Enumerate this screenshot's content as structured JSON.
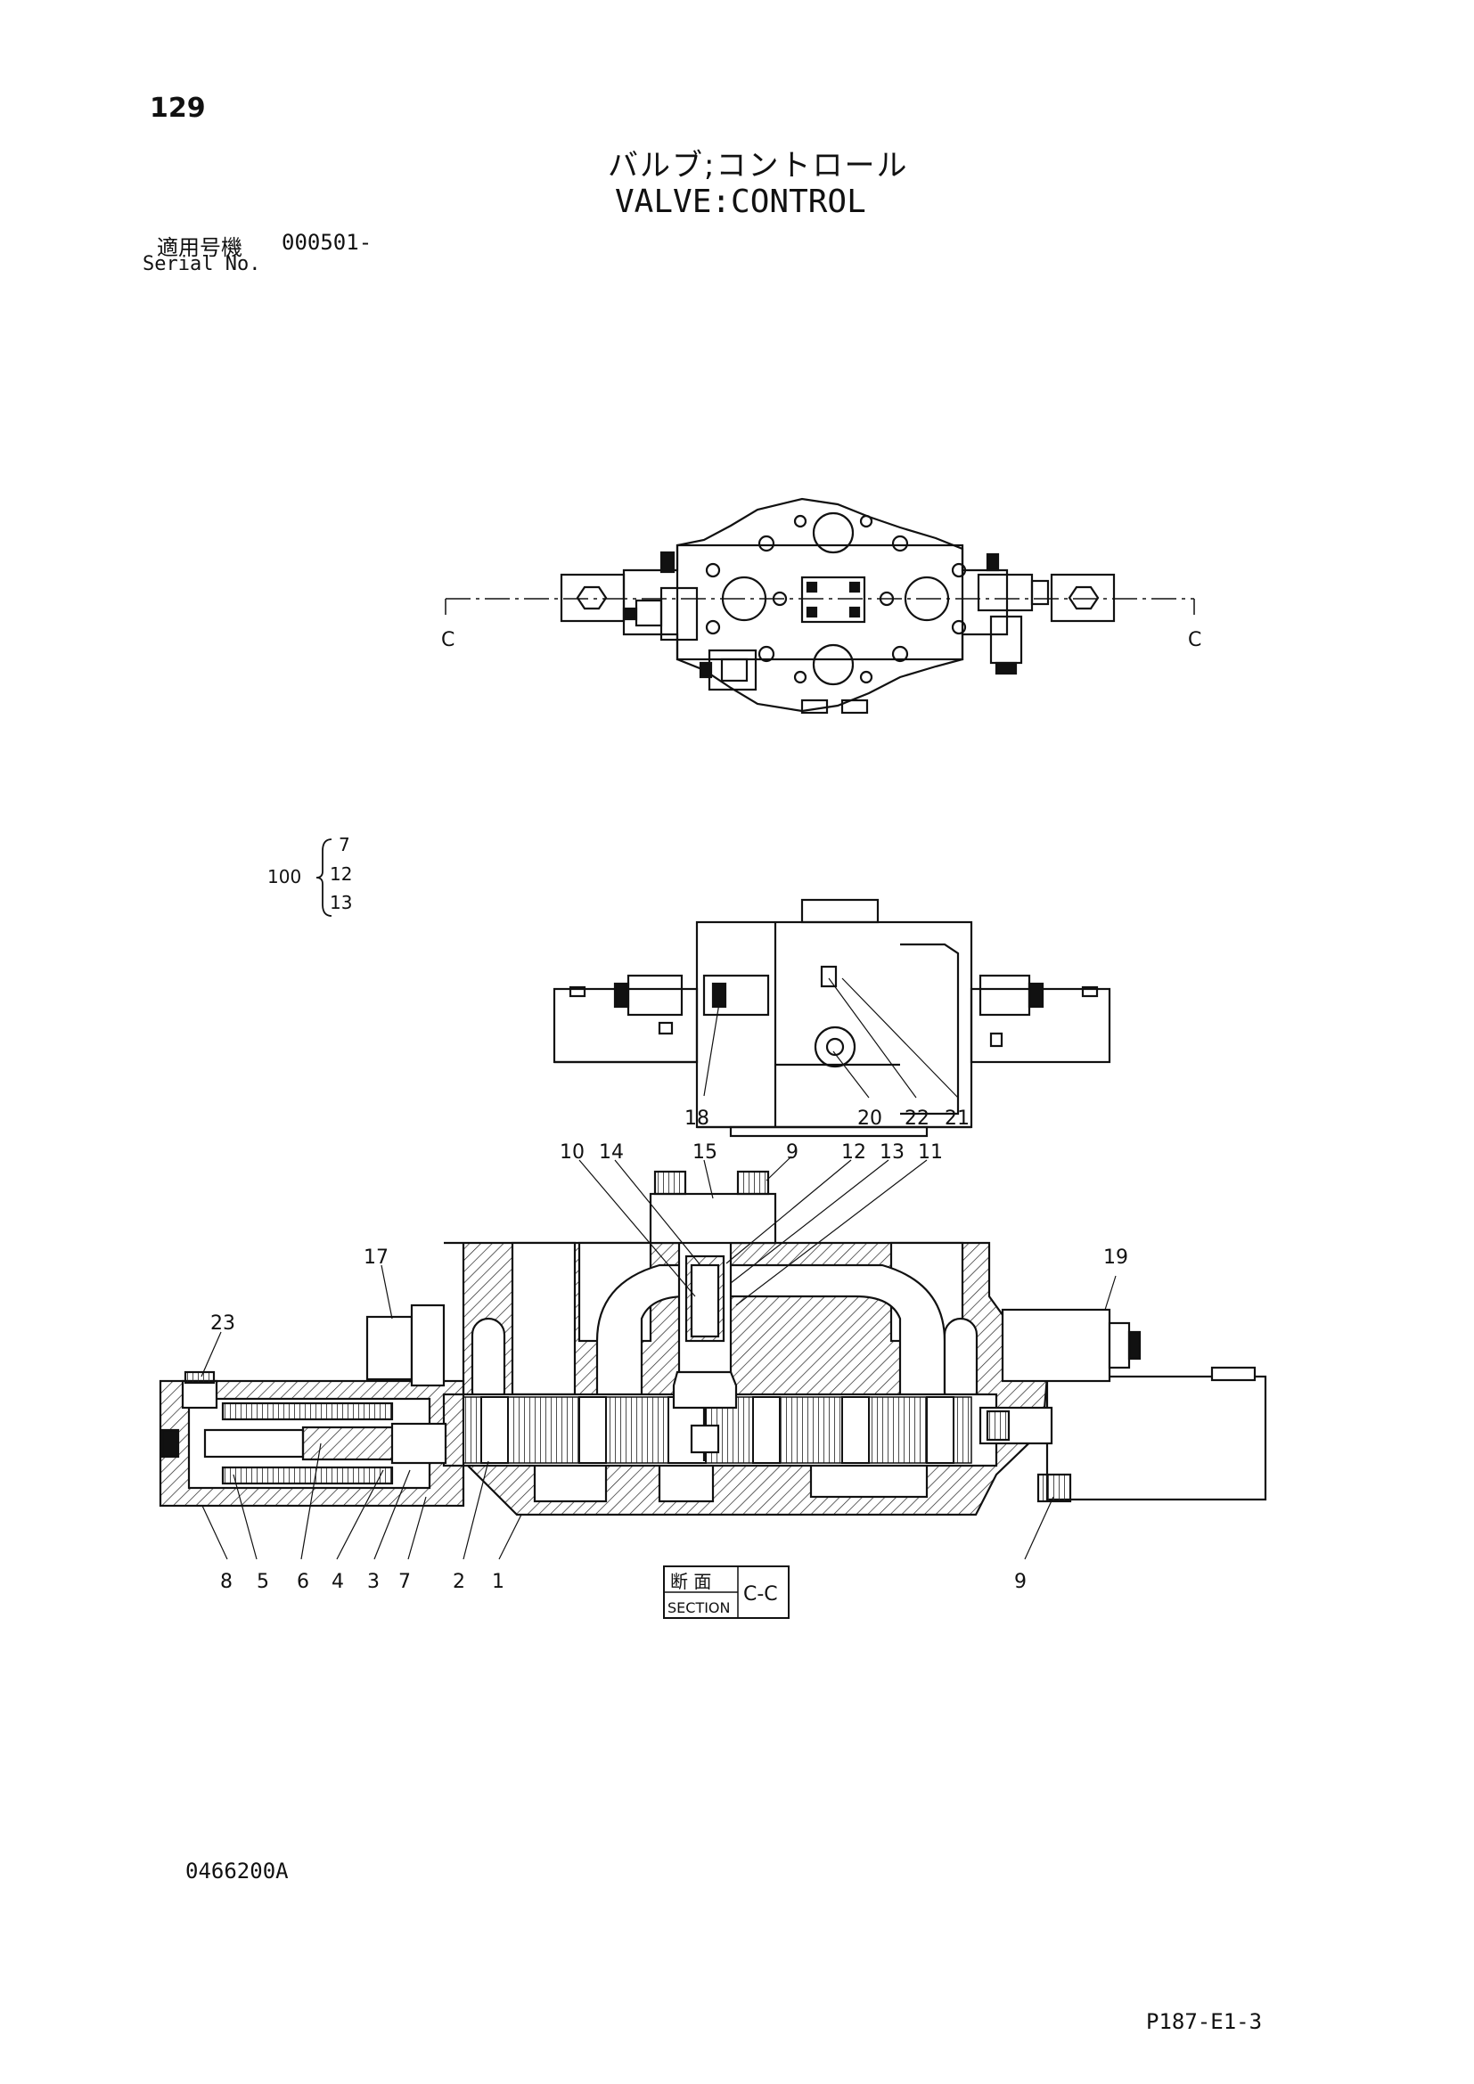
{
  "header": {
    "page_number": "129",
    "title_ja": "バルブ;コントロール",
    "title_en": "VALVE:CONTROL",
    "serial_label_ja": "適用号機",
    "serial_value": "000501-",
    "serial_label_en": "Serial No."
  },
  "drawing": {
    "section_marks": {
      "left": "C",
      "right": "C"
    },
    "kit": {
      "number": "100",
      "items": [
        "7",
        "12",
        "13"
      ]
    },
    "side_view_callouts": [
      "18",
      "20",
      "22",
      "21"
    ],
    "section_callouts_top": [
      "10",
      "14",
      "15",
      "9",
      "12",
      "13",
      "11"
    ],
    "section_callouts_left": [
      "17",
      "23"
    ],
    "section_callouts_right": [
      "19"
    ],
    "section_callouts_bottom": [
      "8",
      "5",
      "6",
      "4",
      "3",
      "7",
      "2",
      "1",
      "9"
    ],
    "section_box": {
      "ja": "断 面",
      "en": "SECTION",
      "mark": "C-C"
    }
  },
  "footer": {
    "doc_code": "0466200A",
    "page_code": "P187-E1-3"
  }
}
